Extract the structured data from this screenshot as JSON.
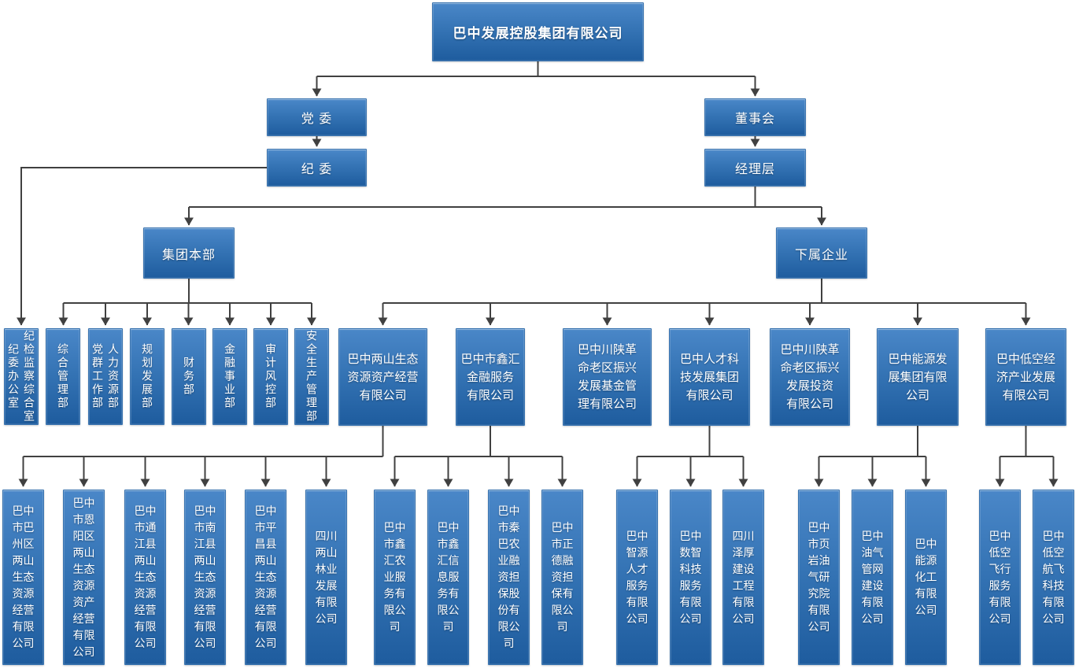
{
  "colors": {
    "box_gradient_top": "#4a87c8",
    "box_gradient_bottom": "#1e5c9e",
    "connector_line": "#404040",
    "text": "#ffffff",
    "background": "#ffffff"
  },
  "root": {
    "label": "巴中发展控股集团有限公司"
  },
  "governance": {
    "party_committee": "党 委",
    "discipline_committee": "纪 委",
    "board": "董事会",
    "management": "经理层"
  },
  "branches": {
    "hq": "集团本部",
    "subsidiaries": "下属企业"
  },
  "discipline_office": {
    "columns": [
      "纪检监察综合室",
      "纪委办公室"
    ]
  },
  "departments": [
    {
      "columns": [
        "综合管理部"
      ]
    },
    {
      "columns": [
        "人力资源部",
        "党群工作部"
      ]
    },
    {
      "columns": [
        "规划发展部"
      ]
    },
    {
      "columns": [
        "财务部"
      ]
    },
    {
      "columns": [
        "金融事业部"
      ]
    },
    {
      "columns": [
        "审计风控部"
      ]
    },
    {
      "columns": [
        "安全生产管理部"
      ]
    }
  ],
  "subsidiaries": [
    {
      "name_lines": [
        "巴中两山生态",
        "资源资产经营",
        "有限公司"
      ],
      "children": [
        "巴中市巴州区两山生态资源经营有限公司",
        "巴中市恩阳区两山生态资源资产经营有限公司",
        "巴中市通江县两山生态资源经营有限公司",
        "巴中市南江县两山生态资源经营有限公司",
        "巴中市平昌县两山生态资源经营有限公司",
        "四川两山林业发展有限公司"
      ]
    },
    {
      "name_lines": [
        "巴中市鑫汇",
        "金融服务",
        "有限公司"
      ],
      "children": [
        "巴中市鑫汇农业服务有限公司",
        "巴中市鑫汇信息服务有限公司",
        "巴中市秦巴农业融资担保股份有限公司",
        "巴中市正德融资担保有限公司"
      ]
    },
    {
      "name_lines": [
        "巴中川陕革",
        "命老区振兴",
        "发展基金管",
        "理有限公司"
      ],
      "children": []
    },
    {
      "name_lines": [
        "巴中人才科",
        "技发展集团",
        "有限公司"
      ],
      "children": [
        "巴中智源人才服务有限公司",
        "巴中数智科技服务有限公司",
        "四川泽厚建设工程有限公司"
      ]
    },
    {
      "name_lines": [
        "巴中川陕革",
        "命老区振兴",
        "发展投资",
        "有限公司"
      ],
      "children": []
    },
    {
      "name_lines": [
        "巴中能源发",
        "展集团有限",
        "公司"
      ],
      "children": [
        "巴中市页岩油气研究院有限公司",
        "巴中油气管网建设有限公司",
        "巴中能源化工有限公司"
      ]
    },
    {
      "name_lines": [
        "巴中低空经",
        "济产业发展",
        "有限公司"
      ],
      "children": [
        "巴中低空飞行服务有限公司",
        "巴中低空航飞科技有限公司"
      ]
    }
  ]
}
